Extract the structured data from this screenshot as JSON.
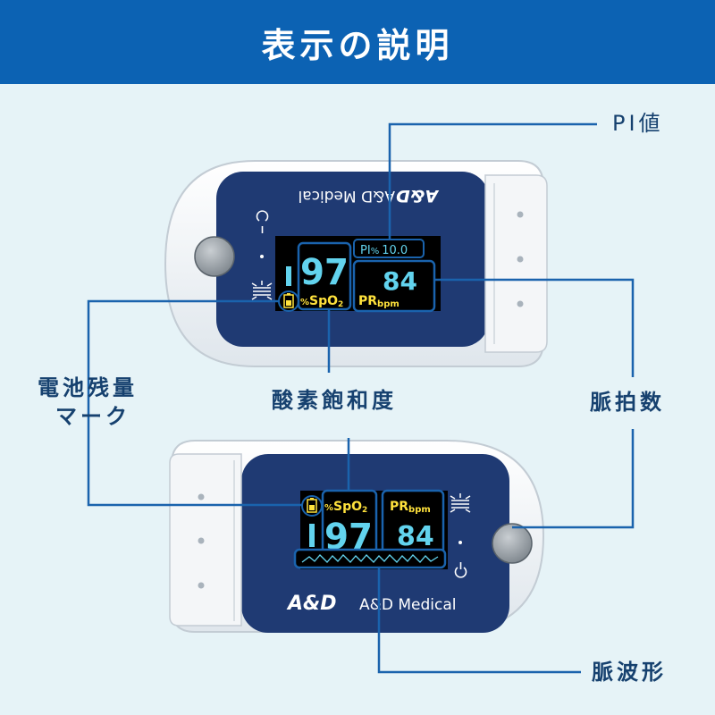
{
  "header": {
    "title": "表示の説明"
  },
  "labels": {
    "pi_value": "PI値",
    "battery_line1": "電池残量",
    "battery_line2": "マーク",
    "spo2": "酸素飽和度",
    "pulse_rate": "脈拍数",
    "pulse_wave": "脈波形"
  },
  "top_device": {
    "brand_logo": "A&D",
    "brand_text": "A&D Medical",
    "pi_label": "PI",
    "pi_unit": "%",
    "pi_value": "10.0",
    "spo2_value": "97",
    "spo2_unit_pct": "%",
    "spo2_unit": "SpO",
    "spo2_sub": "2",
    "pr_value": "84",
    "pr_label": "PR",
    "pr_unit": "bpm"
  },
  "bottom_device": {
    "brand_logo": "A&D",
    "brand_text": "A&D Medical",
    "spo2_value": "97",
    "spo2_unit_pct": "%",
    "spo2_unit": "SpO",
    "spo2_sub": "2",
    "pr_value": "84",
    "pr_label": "PR",
    "pr_unit": "bpm"
  },
  "colors": {
    "header_bg": "#0c62b3",
    "background": "#e6f3f7",
    "device_panel": "#1f3a73",
    "display_cyan": "#62d3ee",
    "display_yellow": "#ffe23c",
    "callout_line": "#1a63ad"
  }
}
